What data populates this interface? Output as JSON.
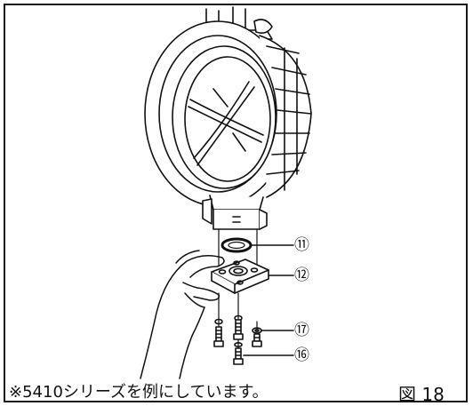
{
  "figure": {
    "note": "※5410シリーズを例にしています。",
    "label": "図 18"
  },
  "callouts": {
    "c11": "⑪",
    "c12": "⑫",
    "c17": "⑰",
    "c16": "⑯"
  }
}
